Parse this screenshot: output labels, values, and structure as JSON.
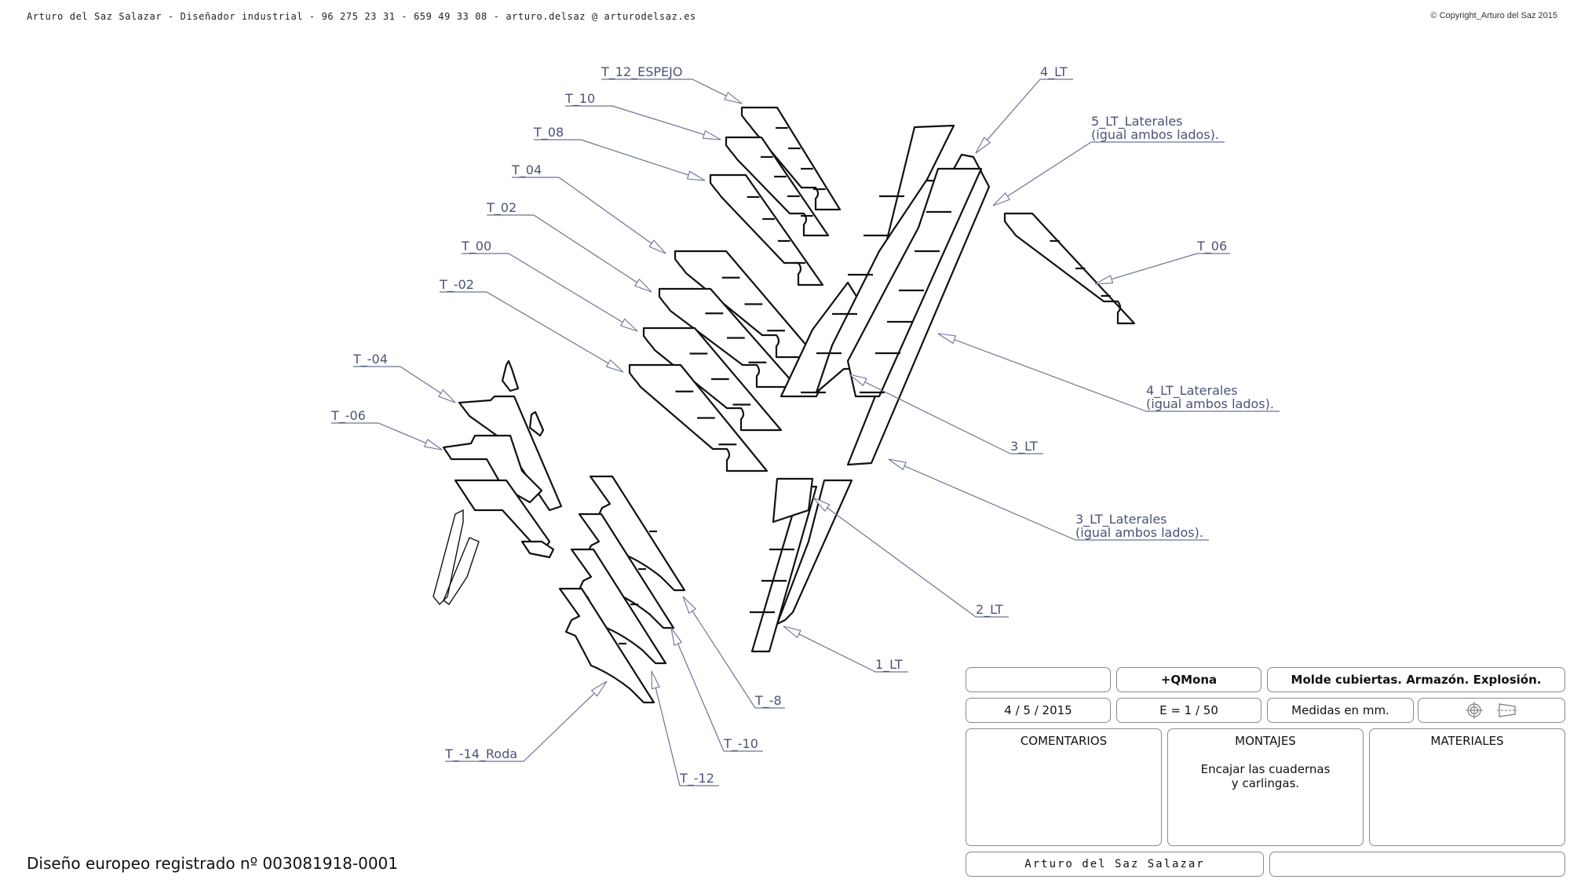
{
  "header": {
    "designer_line": "Arturo del Saz Salazar - Diseñador industrial - 96 275 23 31 - 659 49 33 08 - arturo.delsaz @ arturodelsaz.es",
    "copyright": "© Copyright_Arturo del Saz 2015"
  },
  "registration": "Diseño europeo registrado nº 003081918-0001",
  "part_labels": [
    {
      "id": "t12",
      "lines": [
        "T_12_ESPEJO"
      ]
    },
    {
      "id": "t10",
      "lines": [
        "T_10"
      ]
    },
    {
      "id": "t08",
      "lines": [
        "T_08"
      ]
    },
    {
      "id": "t04",
      "lines": [
        "T_04"
      ]
    },
    {
      "id": "t02",
      "lines": [
        "T_02"
      ]
    },
    {
      "id": "t00",
      "lines": [
        "T_00"
      ]
    },
    {
      "id": "tm02",
      "lines": [
        "T_-02"
      ]
    },
    {
      "id": "tm04",
      "lines": [
        "T_-04"
      ]
    },
    {
      "id": "tm06",
      "lines": [
        "T_-06"
      ]
    },
    {
      "id": "lt4",
      "lines": [
        "4_LT"
      ]
    },
    {
      "id": "lt5lat",
      "lines": [
        "5_LT_Laterales",
        "(igual ambos lados)."
      ]
    },
    {
      "id": "t06",
      "lines": [
        "T_06"
      ]
    },
    {
      "id": "lt4lat",
      "lines": [
        "4_LT_Laterales",
        "(igual ambos lados)."
      ]
    },
    {
      "id": "lt3",
      "lines": [
        "3_LT"
      ]
    },
    {
      "id": "lt3lat",
      "lines": [
        "3_LT_Laterales",
        "(igual ambos lados)."
      ]
    },
    {
      "id": "lt2",
      "lines": [
        "2_LT"
      ]
    },
    {
      "id": "lt1",
      "lines": [
        "1_LT"
      ]
    },
    {
      "id": "tm8",
      "lines": [
        "T_-8"
      ]
    },
    {
      "id": "tm10",
      "lines": [
        "T_-10"
      ]
    },
    {
      "id": "tm12",
      "lines": [
        "T_-12"
      ]
    },
    {
      "id": "tm14",
      "lines": [
        "T_-14_Roda"
      ]
    }
  ],
  "title_block": {
    "row1": {
      "blank": "",
      "project": "+QMona",
      "title": "Molde cubiertas. Armazón. Explosión."
    },
    "row2": {
      "date": "4 / 5 / 2015",
      "scale": "E = 1 / 50",
      "units": "Medidas en mm.",
      "projection_icons": [
        "first-angle-projection-circle-icon",
        "first-angle-projection-cone-icon"
      ]
    },
    "comentarios": {
      "heading": "COMENTARIOS",
      "text": ""
    },
    "montajes": {
      "heading": "MONTAJES",
      "text": "Encajar las cuadernas\ny carlingas."
    },
    "materiales": {
      "heading": "MATERIALES",
      "text": ""
    },
    "author": "Arturo del Saz Salazar",
    "blank2": ""
  },
  "colors": {
    "annotation": "#4a5378",
    "leader": "#6b7394",
    "part_stroke": "#111111",
    "cell_border": "#8a8a8a"
  }
}
